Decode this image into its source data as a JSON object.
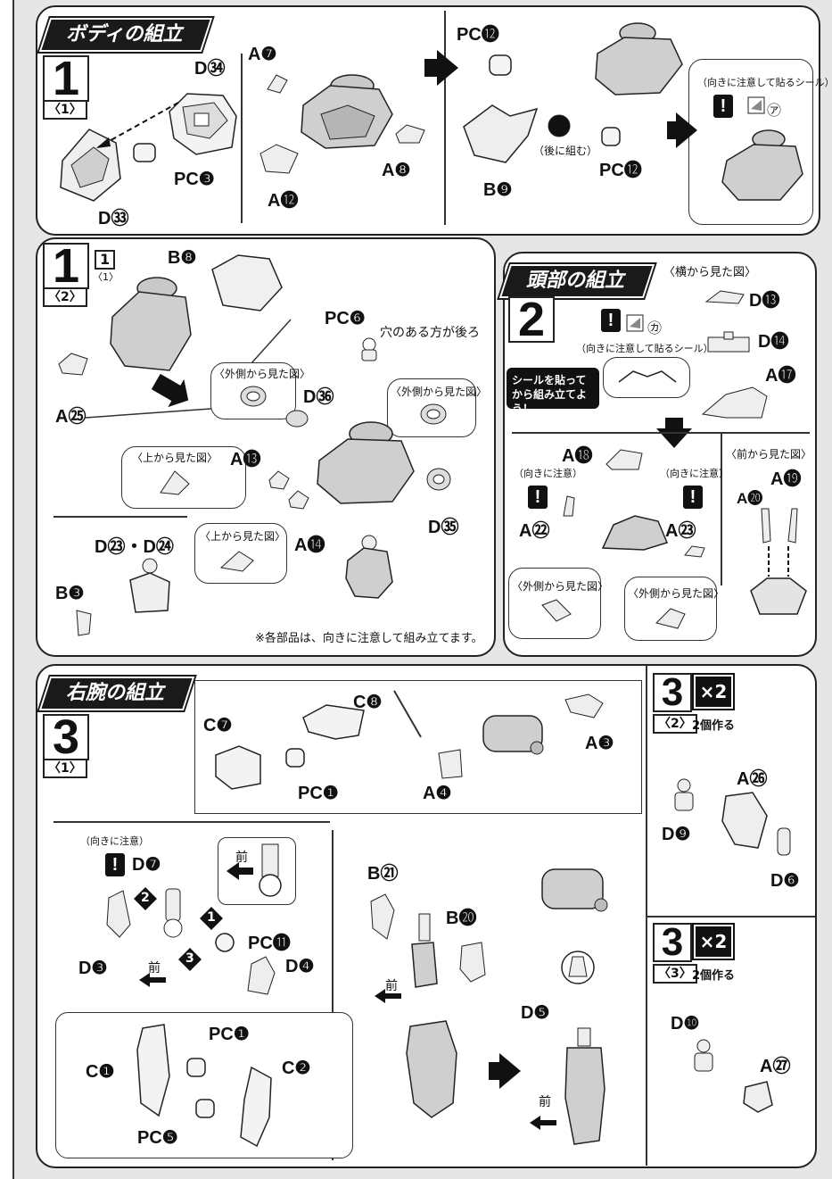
{
  "sections": {
    "body": {
      "title": "ボディの組立"
    },
    "head": {
      "title": "頭部の組立"
    },
    "right_arm": {
      "title": "右腕の組立"
    }
  },
  "step1_1": {
    "number": "1",
    "sub": "〈1〉",
    "labels": [
      "D㉞",
      "PC❸",
      "D㉝",
      "A❼",
      "A⓬",
      "A❽",
      "PC⓬",
      "B❾",
      "PC⓬"
    ],
    "rotate_note": "（後に組む）",
    "sticker_note": "（向きに注意して貼るシール）",
    "sticker_code": "㋐"
  },
  "step1_2": {
    "number": "1",
    "sub": "〈2〉",
    "ref_number": "1",
    "ref_sub": "〈1〉",
    "labels": [
      "B❽",
      "A㉕",
      "PC❻",
      "D㊱",
      "A⓭",
      "A⓮",
      "D㉟",
      "D㉓・D㉔",
      "B❸"
    ],
    "pc6_note": "穴のある方が後ろ",
    "outer_view1": "〈外側から見た図〉",
    "outer_view2": "〈外側から見た図〉",
    "top_view1": "〈上から見た図〉",
    "top_view2": "〈上から見た図〉",
    "footnote": "※各部品は、向きに注意して組み立てます。"
  },
  "step2": {
    "number": "2",
    "side_view": "〈横から見た図〉",
    "sticker_note": "（向きに注意して貼るシール）",
    "sticker_code": "㋕",
    "sticker_tip": "シールを貼ってから組み立てよう！",
    "front_view": "〈前から見た図〉",
    "caution1": "（向きに注意）",
    "caution2": "（向きに注意）",
    "outer_view1": "〈外側から見た図〉",
    "outer_view2": "〈外側から見た図〉",
    "labels": [
      "D⓭",
      "D⓮",
      "A⓱",
      "A⓲",
      "A㉒",
      "A㉓",
      "A⓴",
      "A⓳"
    ]
  },
  "step3_1": {
    "number": "3",
    "sub": "〈1〉",
    "caution": "（向きに注意）",
    "front": "前",
    "labels": [
      "C❽",
      "C❼",
      "PC❶",
      "A❸",
      "A❹",
      "D❼",
      "PC⓫",
      "D❸",
      "D❹",
      "B㉑",
      "B⓴",
      "D❺",
      "C❶",
      "PC❶",
      "C❷",
      "PC❺"
    ],
    "order": [
      "2",
      "1",
      "3"
    ]
  },
  "step3_2": {
    "number": "3",
    "sub": "〈2〉",
    "multiplier": "×2",
    "make_note": "2個作る",
    "labels": [
      "A㉖",
      "D❾",
      "D❻"
    ]
  },
  "step3_3": {
    "number": "3",
    "sub": "〈3〉",
    "multiplier": "×2",
    "make_note": "2個作る",
    "labels": [
      "D❿",
      "A㉗"
    ]
  }
}
